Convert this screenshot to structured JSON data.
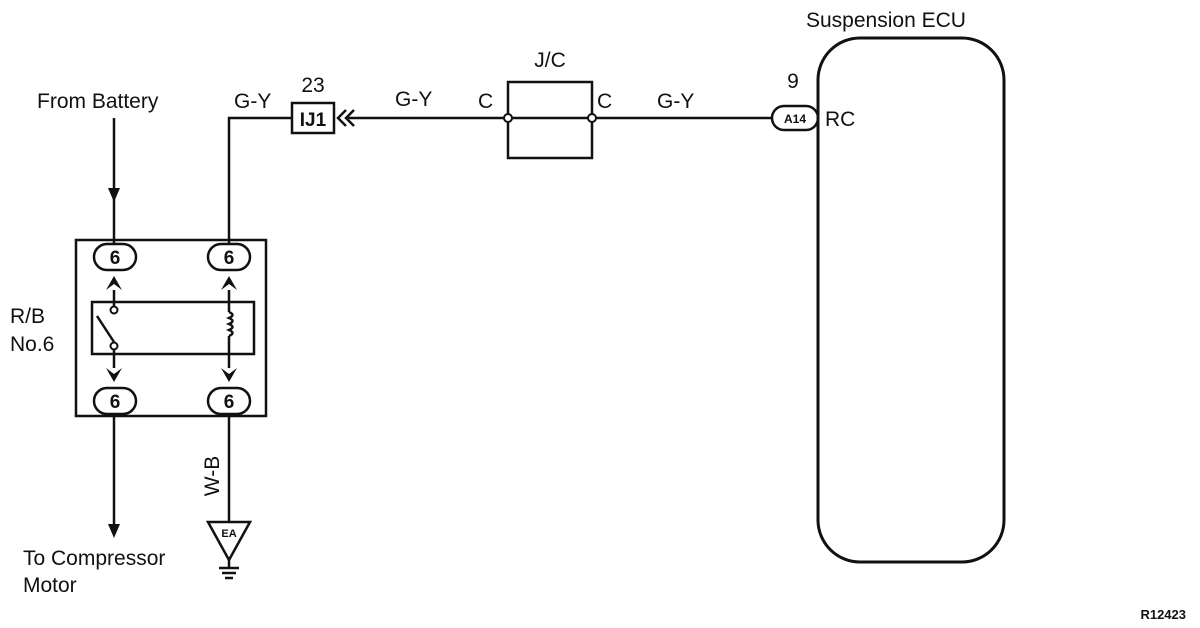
{
  "labels": {
    "suspension_ecu": "Suspension ECU",
    "from_battery": "From Battery",
    "to_compressor_line1": "To Compressor",
    "to_compressor_line2": "Motor",
    "rb_line1": "R/B",
    "rb_line2": "No.6",
    "jc": "J/C",
    "figure_code": "R12423"
  },
  "wires": {
    "gy_left": "G-Y",
    "gy_mid": "G-Y",
    "gy_right": "G-Y",
    "wb": "W-B"
  },
  "connectors": {
    "ij1_label": "IJ1",
    "ij1_pin": "23",
    "jc_pin_left": "C",
    "jc_pin_right": "C",
    "ecu_connector": "A14",
    "ecu_pin": "9",
    "ecu_terminal": "RC",
    "ground": "EA"
  },
  "relay_pins": {
    "top_left": "6",
    "top_right": "6",
    "bottom_left": "6",
    "bottom_right": "6"
  }
}
